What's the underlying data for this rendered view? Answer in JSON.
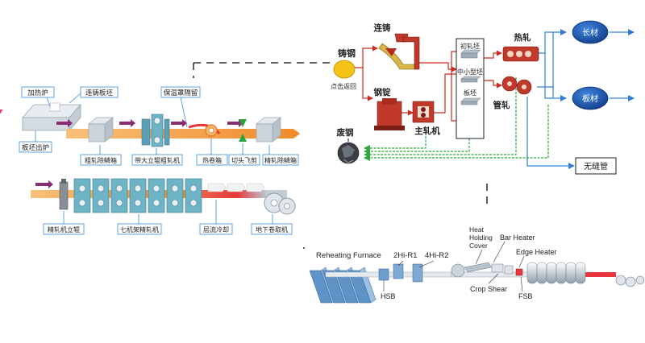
{
  "hot_strip_mill": {
    "top_labels": {
      "reheating_furnace": "加热炉",
      "cast_slab": "连铸板坯",
      "heat_cover": "保温罩隔留",
      "slab_exit": "板坯出炉"
    },
    "row1_labels": {
      "rough_descaler": "粗轧除鳞箱",
      "rough_mill": "带大立辊粗轧机",
      "hot_coilbox": "热卷箱",
      "crop_shear": "切头飞剪",
      "finish_descaler": "精轧除鳞箱"
    },
    "row2_labels": {
      "finish_edger": "精轧机立辊",
      "seven_stand": "七机架精轧机",
      "laminar_cooling": "层流冷却",
      "downcoiler": "地下卷取机"
    }
  },
  "process_flow": {
    "steel_making": "铸钢",
    "return_point": "点击返回",
    "continuous_casting": "连铸",
    "ingot": "钢锭",
    "blooming_mill": "主轧机",
    "billet_types": [
      "初轧坯",
      "中小型坯",
      "板坯"
    ],
    "hot_rolling": "热轧",
    "tube_rolling": "管轧",
    "scrap": "废钢",
    "long_products": "长材",
    "plate_products": "板材",
    "seamless_tube": "无缝管"
  },
  "english_layout": {
    "reheating_furnace": "Reheating Furnace",
    "r1": "2Hi-R1",
    "r2": "4Hi-R2",
    "heat_holding_cover": [
      "Heat",
      "Holding",
      "Cover"
    ],
    "bar_heater": "Bar Heater",
    "edge_heater": "Edge Heater",
    "hsb": "HSB",
    "crop_shear": "Crop Shear",
    "fsb": "FSB"
  },
  "colors": {
    "flow_red": "#cc2a1c",
    "flow_green": "#2aa83a",
    "flow_blue": "#2f7fd6",
    "product_oval": "#1f5fb8",
    "strip_orange": "#f39a3c",
    "arrow_purple": "#8a2e74",
    "equip_teal": "#4ea3b8",
    "equip_gray": "#b9c4cc"
  }
}
